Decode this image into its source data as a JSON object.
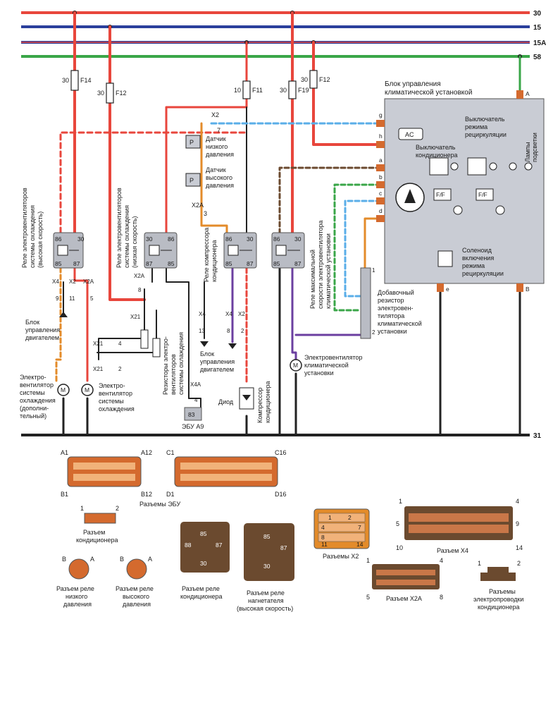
{
  "buses": {
    "b30": "30",
    "b15": "15",
    "b15a": "15A",
    "b58": "58",
    "b31": "31"
  },
  "fuses": {
    "f14": {
      "amp": "30",
      "id": "F14"
    },
    "f12a": {
      "amp": "30",
      "id": "F12"
    },
    "f11": {
      "amp": "10",
      "id": "F11"
    },
    "f19": {
      "amp": "30",
      "id": "F19"
    },
    "f12b": {
      "amp": "30",
      "id": "F12"
    }
  },
  "pins": {
    "p30": "30",
    "p86": "86",
    "p85": "85",
    "p87": "87"
  },
  "relays": {
    "relay1": [
      "Реле электровентиляторов",
      "системы охлаждения",
      "(высокая скорость)"
    ],
    "relay2": [
      "Реле электровентиляторов",
      "системы охлаждения",
      "(низкая скорость)"
    ],
    "relay3": [
      "Реле компрессора",
      "кондиционера"
    ],
    "relay4": [
      "Реле максимальной",
      "скорости электровентилятора",
      "климатической установки"
    ]
  },
  "sensors": {
    "low": [
      "Датчик",
      "низкого",
      "давления"
    ],
    "high": [
      "Датчик",
      "высокого",
      "давления"
    ],
    "p_symbol": "P"
  },
  "control_unit": {
    "title": [
      "Блок управления",
      "климатической установкой"
    ],
    "ac": "AC",
    "ac_switch": [
      "Выключатель",
      "кондиционера"
    ],
    "recirc_switch": [
      "Выключатель",
      "режима",
      "рециркуляции"
    ],
    "lamps": [
      "Лампы",
      "подсветки"
    ],
    "solenoid": [
      "Соленоид",
      "включения",
      "режима",
      "рециркуляции"
    ],
    "ff": "F/F",
    "pin_letters": [
      "g",
      "h",
      "a",
      "b",
      "c",
      "d",
      "e"
    ],
    "pin_A": "A",
    "pin_B": "B"
  },
  "labels": {
    "ecu_unit": [
      "Блок",
      "управления",
      "двигателем"
    ],
    "ecu_unit2": [
      "Блок",
      "управления",
      "двигателем"
    ],
    "fan_extra": [
      "Электро-",
      "вентилятор",
      "системы",
      "охлаждения",
      "(дополни-",
      "тельный)"
    ],
    "fan_main": [
      "Электро-",
      "вентилятор",
      "системы",
      "охлаждения"
    ],
    "resistors": [
      "Резисторы электро-",
      "вентиляторов",
      "системы охлаждения"
    ],
    "ecu_a9": "ЭБУ А9",
    "ecu_a9_pin": "83",
    "compressor": [
      "Компрессор",
      "кондиционера"
    ],
    "diode": "Диод",
    "blower": [
      "Электровентилятор",
      "климатической",
      "установки"
    ],
    "add_resistor": [
      "Добавочный",
      "резистор",
      "электровен-",
      "тилятора",
      "климатической",
      "установки"
    ],
    "motor": "M"
  },
  "wire_labels": {
    "x2": "X2",
    "x2a": "X2A",
    "x4": "X4",
    "x4a": "X4A",
    "x21": "X21",
    "n1": "1",
    "n2": "2",
    "n3": "3",
    "n4": "4",
    "n5": "5",
    "n7": "7",
    "n8": "8",
    "n9": "9",
    "n11": "11",
    "n13": "13"
  },
  "connectors": {
    "ecu_a": {
      "tl": "A1",
      "tr": "A12",
      "bl": "B1",
      "br": "B12"
    },
    "ecu_c": {
      "tl": "C1",
      "tr": "C16",
      "bl": "D1",
      "br": "D16"
    },
    "ecu_caption": "Разъемы ЭБУ",
    "ac_conn": {
      "p1": "1",
      "p2": "2",
      "caption": [
        "Разъем",
        "кондиционера"
      ]
    },
    "low_relay": {
      "a": "A",
      "b": "B",
      "caption": [
        "Разъем реле",
        "низкого",
        "давления"
      ]
    },
    "high_relay": {
      "a": "A",
      "b": "B",
      "caption": [
        "Разъем реле",
        "высокого",
        "давления"
      ]
    },
    "ac_relay_caption": [
      "Разъем реле",
      "кондиционера"
    ],
    "blower_relay_caption": [
      "Разъем реле",
      "нагнетателя",
      "(высокая скорость)"
    ],
    "x2": {
      "cells": [
        "1",
        "2",
        "4",
        "7",
        "8",
        "11",
        "14"
      ],
      "caption": "Разъемы X2"
    },
    "x4": {
      "p1": "1",
      "p4": "4",
      "p5": "5",
      "p9": "9",
      "p10": "10",
      "p14": "14",
      "caption": "Разъем X4"
    },
    "x2a": {
      "p1": "1",
      "p4": "4",
      "p5": "5",
      "p8": "8",
      "caption": "Разъем X2A"
    },
    "ac_wiring": {
      "p1": "1",
      "p2": "2",
      "caption": [
        "Разъемы",
        "электропроводки",
        "кондиционера"
      ]
    }
  },
  "colors": {
    "red": "#e8463c",
    "blue": "#2a3f9c",
    "green": "#3aa648",
    "black": "#222222",
    "orange": "#e38b2a",
    "lightblue": "#5aaee8",
    "purple": "#6b3fa0",
    "brown": "#6b4a2f",
    "unit_fill": "#c9ccd4",
    "connector": "#d46a2e",
    "relay_fill": "#b9bcc4"
  }
}
